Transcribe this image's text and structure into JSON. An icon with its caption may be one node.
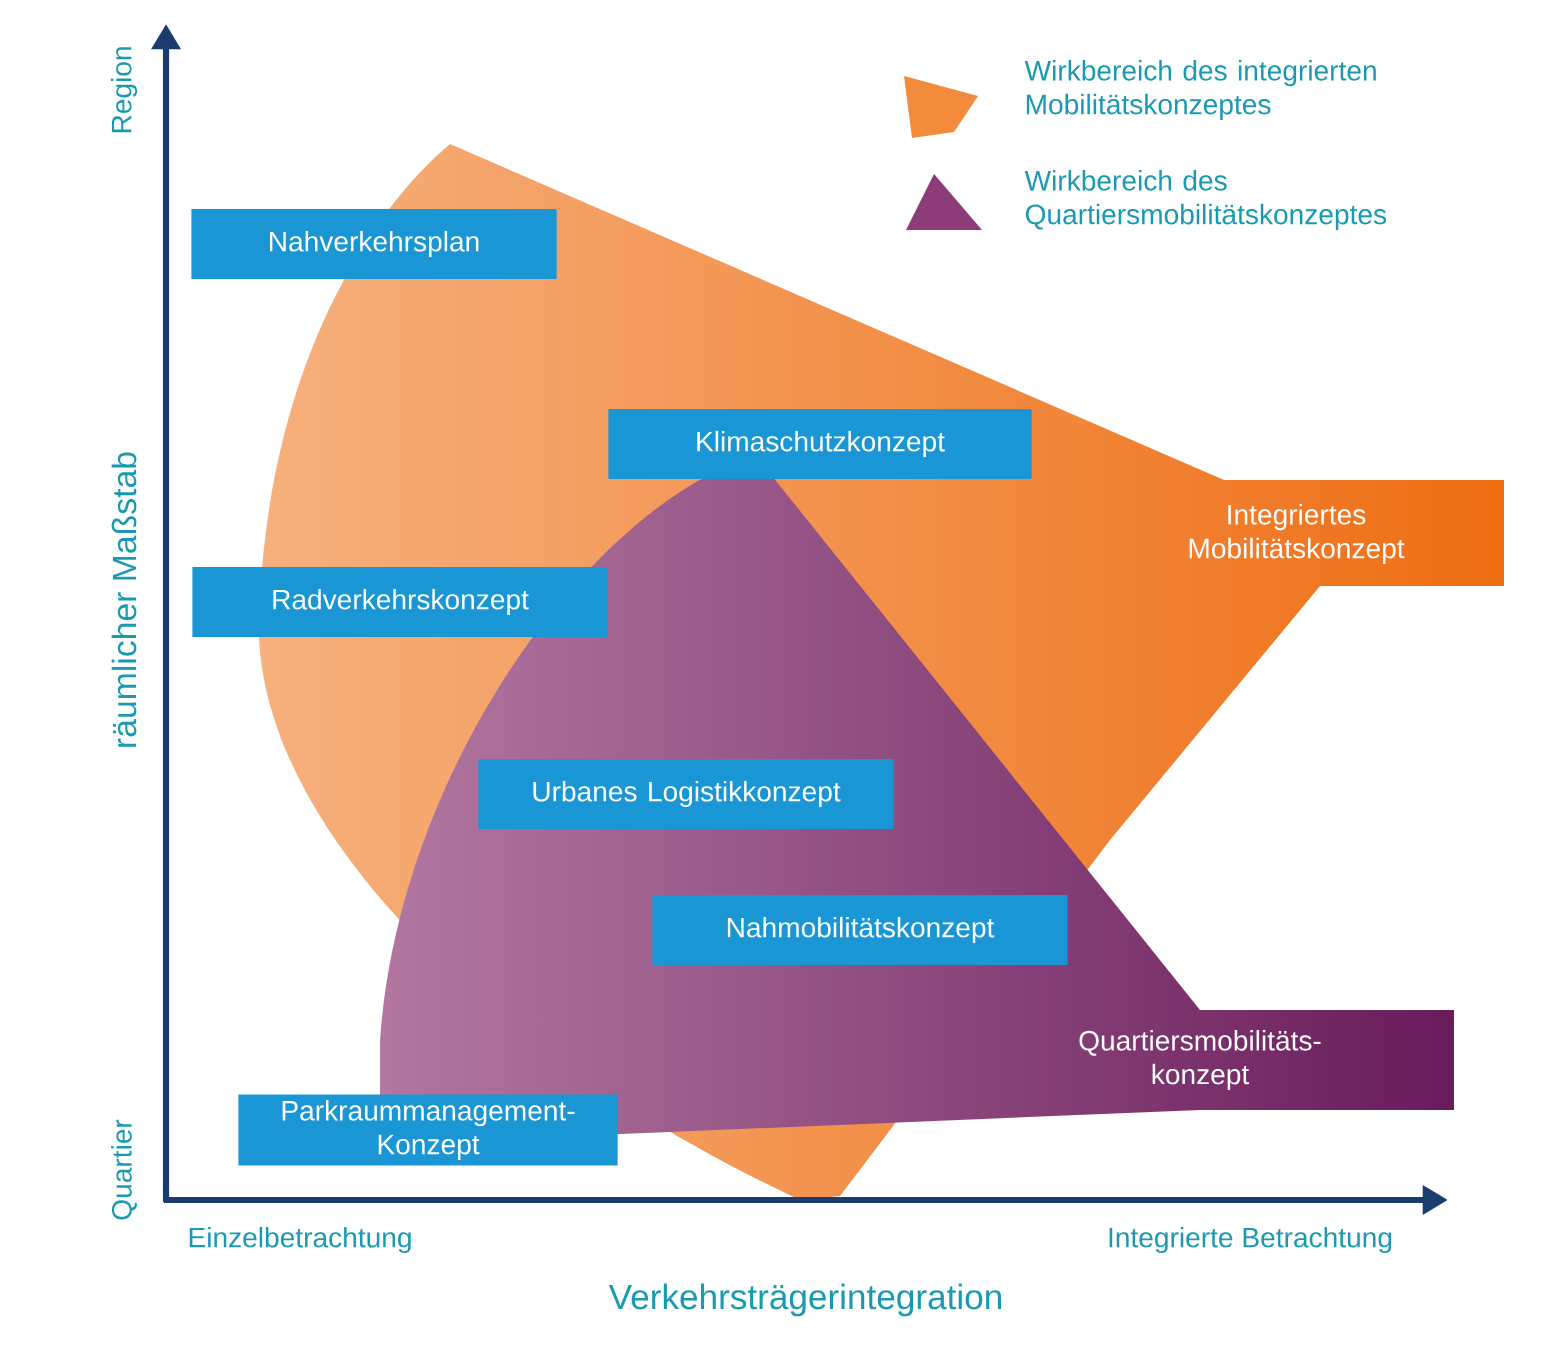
{
  "diagram": {
    "nodes": [
      {
        "text": [
          "Nahverkehrsplan"
        ]
      },
      {
        "text": [
          "Klimaschutzkonzept"
        ]
      },
      {
        "text": [
          "Integriertes Mobilitätskonzept"
        ]
      },
      {
        "text": [
          "Radverkehrskonzept"
        ]
      },
      {
        "text": [
          "Urbanes Logistikkonzept"
        ]
      },
      {
        "text": [
          "Nahmobilitätskonzept"
        ]
      },
      {
        "text": [
          "Quartiersmobilitäts-konzept"
        ]
      },
      {
        "text": [
          "Parkraummanagement-Konzept"
        ]
      }
    ],
    "labels": [
      "Region",
      "räumlicher Maßstab",
      "Quartier",
      "Einzelbetrachtung",
      "Integrierte Betrachtung",
      "Verkehrsträgerintegration"
    ],
    "legend": [
      {
        "text": "Wirkbereich des integrierten Mobilitätskonzeptes"
      },
      {
        "text": "Wirkbereich des Quartiersmobilitätskonzeptes"
      }
    ]
  }
}
